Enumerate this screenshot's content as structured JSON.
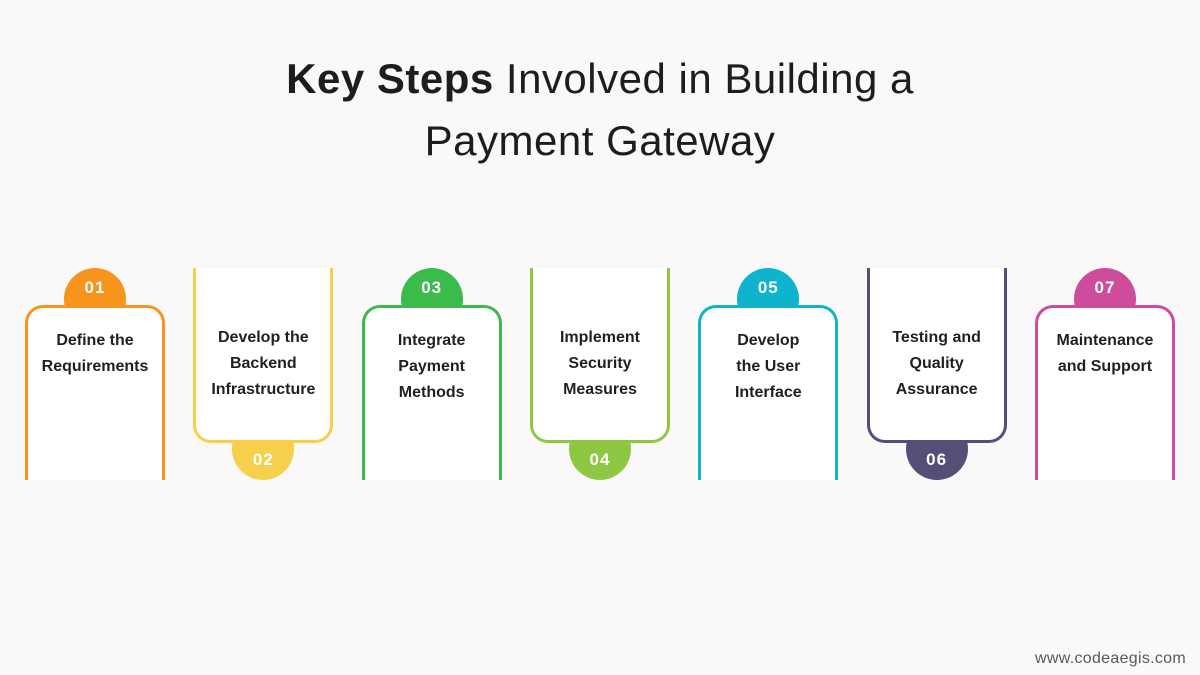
{
  "page": {
    "background_color": "#FBF8FA",
    "card_fill": "#FFFFFF",
    "text_color": "#231F20"
  },
  "title": {
    "line1_bold": "Key Steps",
    "line1_rest": " Involved in Building a",
    "line2": "Payment Gateway",
    "full_text": "Key Steps Involved in Building a Payment Gateway"
  },
  "footer": {
    "website": "www.codeaegis.com"
  },
  "steps": [
    {
      "number": "01",
      "label": "Define the Requirements",
      "lines": [
        "Define the",
        "Requirements"
      ],
      "color": "#F7941E",
      "badge_position": "top"
    },
    {
      "number": "02",
      "label": "Develop the Backend Infrastructure",
      "lines": [
        "Develop the",
        "Backend",
        "Infrastructure"
      ],
      "color": "#F6D04B",
      "badge_position": "bottom"
    },
    {
      "number": "03",
      "label": "Integrate Payment Methods",
      "lines": [
        "Integrate",
        "Payment",
        "Methods"
      ],
      "color": "#3CBB4D",
      "badge_position": "top"
    },
    {
      "number": "04",
      "label": "Implement Security Measures",
      "lines": [
        "Implement",
        "Security",
        "Measures"
      ],
      "color": "#8EC741",
      "badge_position": "bottom"
    },
    {
      "number": "05",
      "label": "Develop the User Interface",
      "lines": [
        "Develop",
        "the User",
        "Interface"
      ],
      "color": "#0EB4CB",
      "badge_position": "top"
    },
    {
      "number": "06",
      "label": "Testing and Quality Assurance",
      "lines": [
        "Testing and",
        "Quality",
        "Assurance"
      ],
      "color": "#564E77",
      "badge_position": "bottom"
    },
    {
      "number": "07",
      "label": "Maintenance and Support",
      "lines": [
        "Maintenance",
        "and Support"
      ],
      "color": "#CD4C9C",
      "badge_position": "top"
    }
  ]
}
